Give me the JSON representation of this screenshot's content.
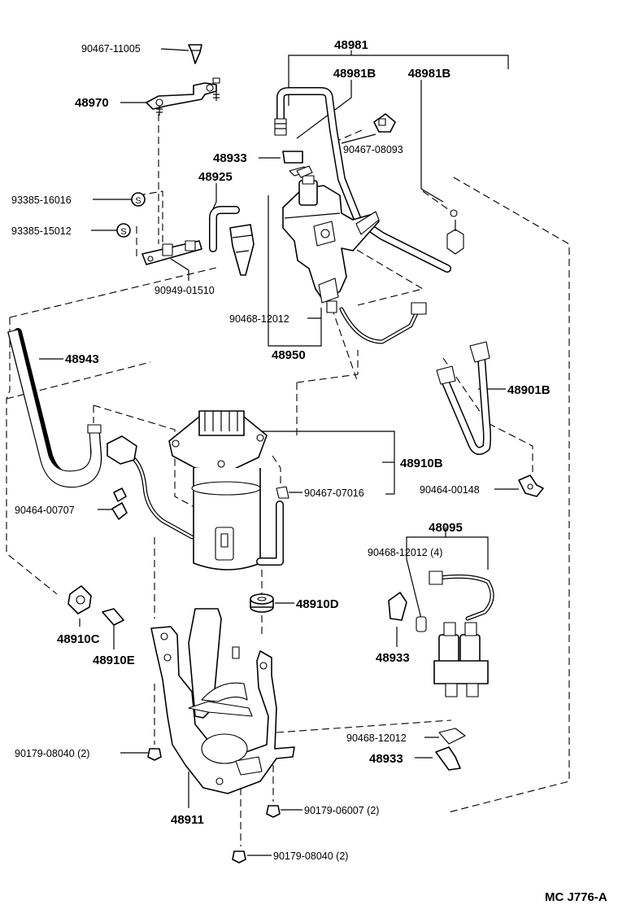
{
  "diagram_code": "MC J776-A",
  "labels": {
    "p48981": "48981",
    "p48981B_a": "48981B",
    "p48981B_b": "48981B",
    "p90467_11005": "90467-11005",
    "p48970": "48970",
    "p48933_top": "48933",
    "p90467_08093": "90467-08093",
    "p48925": "48925",
    "p93385_16016": "93385-16016",
    "p93385_15012": "93385-15012",
    "p90949_01510": "90949-01510",
    "p90468_12012_top": "90468-12012",
    "p48950": "48950",
    "p48943": "48943",
    "p48901B": "48901B",
    "p48910B": "48910B",
    "p90467_07016": "90467-07016",
    "p90464_00148": "90464-00148",
    "p90464_00707": "90464-00707",
    "p48095": "48095",
    "p90468_12012_4": "90468-12012 (4)",
    "p48910D": "48910D",
    "p48910C": "48910C",
    "p48910E": "48910E",
    "p48933_mid": "48933",
    "p90468_12012_bot": "90468-12012",
    "p48933_bot": "48933",
    "p90179_08040_a": "90179-08040 (2)",
    "p48911": "48911",
    "p90179_06007": "90179-06007 (2)",
    "p90179_08040_b": "90179-08040 (2)",
    "clip_symbol": "S"
  }
}
